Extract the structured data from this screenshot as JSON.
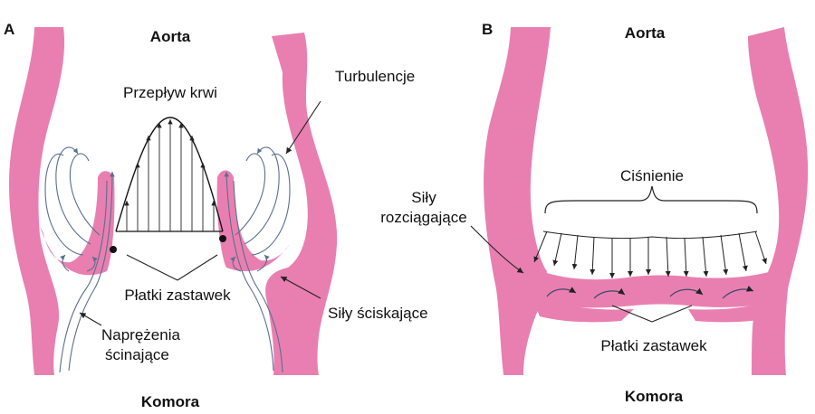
{
  "panel_a": {
    "letter": "A",
    "aorta": "Aorta",
    "chamber": "Komora",
    "blood_flow": "Przepływ krwi",
    "turbulence": "Turbulencje",
    "valve_leaflets": "Płatki zastawek",
    "compressive_forces": "Siły ściskające",
    "shear_stress_line1": "Naprężenia",
    "shear_stress_line2": "ścinające"
  },
  "panel_b": {
    "letter": "B",
    "aorta": "Aorta",
    "chamber": "Komora",
    "pressure": "Ciśnienie",
    "tensile_forces_line1": "Siły",
    "tensile_forces_line2": "rozciągające",
    "valve_leaflets": "Płatki zastawek"
  },
  "colors": {
    "vessel_wall": "#e97fb0",
    "flow_lines": "#5a6f8f",
    "text": "#111111"
  }
}
